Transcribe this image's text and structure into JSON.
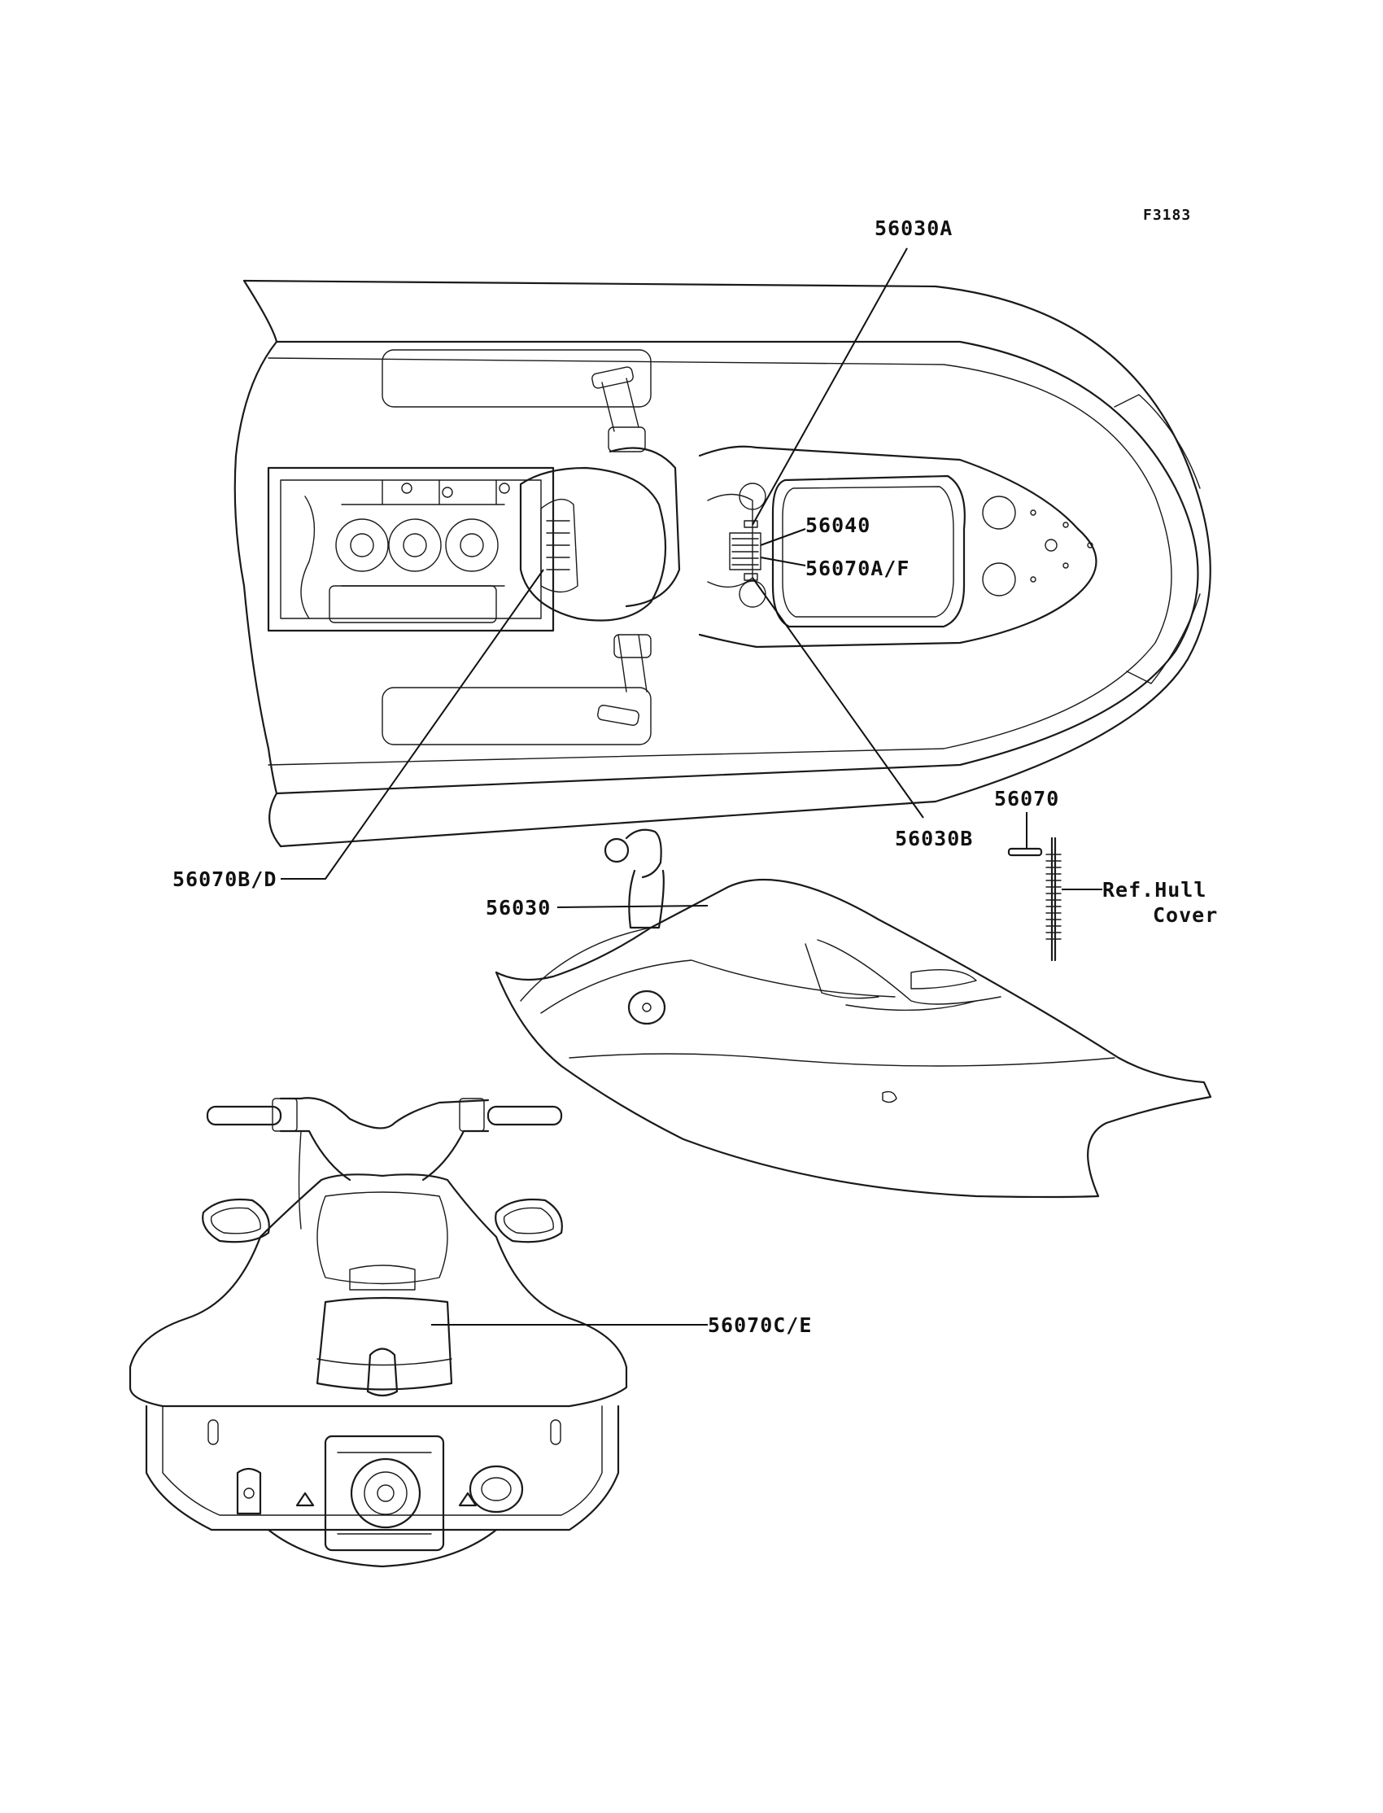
{
  "figure_id": "F3183",
  "callouts": {
    "p56030A": "56030A",
    "p56040": "56040",
    "p56070AF": "56070A/F",
    "p56030B": "56030B",
    "p56070BD": "56070B/D",
    "p56070": "56070",
    "ref_line1": "Ref.Hull",
    "ref_line2": "Cover",
    "p56030": "56030",
    "p56070CE": "56070C/E"
  }
}
